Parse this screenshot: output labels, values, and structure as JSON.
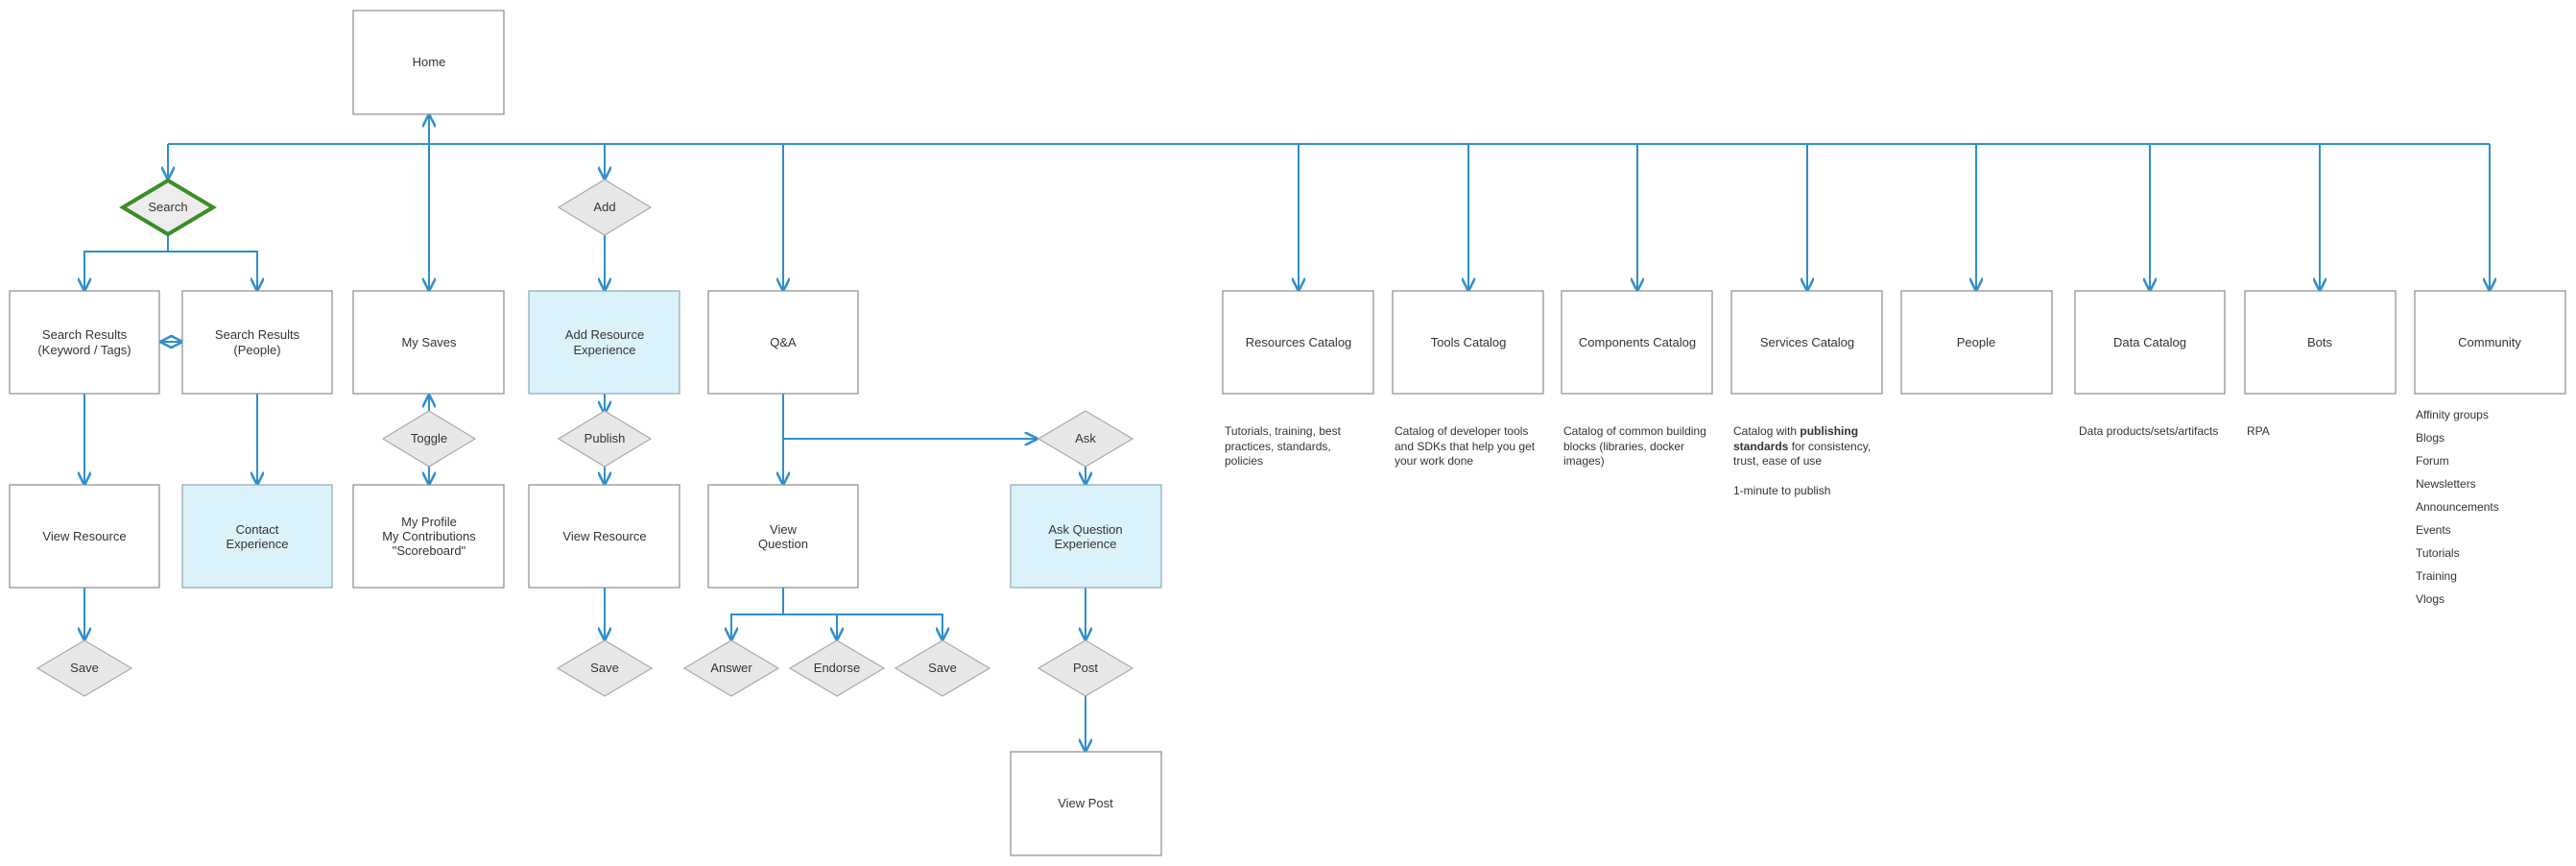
{
  "colors": {
    "connector": "#2f8fcb",
    "highlight": "#dcf2fb",
    "search_outline": "#3c8c2a",
    "decision_fill": "#e8e8e8"
  },
  "nodes": {
    "home": "Home",
    "search": "Search",
    "add": "Add",
    "search_results_keyword": [
      "Search Results",
      "(Keyword / Tags)"
    ],
    "search_results_people": [
      "Search Results",
      "(People)"
    ],
    "my_saves": "My Saves",
    "add_resource_experience": [
      "Add Resource",
      "Experience"
    ],
    "qa": "Q&A",
    "resources_catalog": "Resources Catalog",
    "tools_catalog": "Tools Catalog",
    "components_catalog": "Components Catalog",
    "services_catalog": "Services Catalog",
    "people": "People",
    "data_catalog": "Data Catalog",
    "bots": "Bots",
    "community": "Community",
    "toggle": "Toggle",
    "publish": "Publish",
    "ask": "Ask",
    "view_resource_left": "View Resource",
    "contact_experience": [
      "Contact",
      "Experience"
    ],
    "my_profile": [
      "My Profile",
      "My Contributions",
      "\"Scoreboard\""
    ],
    "view_resource_mid": "View Resource",
    "view_question": [
      "View",
      "Question"
    ],
    "ask_question_experience": [
      "Ask Question",
      "Experience"
    ],
    "save_left": "Save",
    "save_mid": "Save",
    "answer": "Answer",
    "endorse": "Endorse",
    "save_qa": "Save",
    "post": "Post",
    "view_post": "View Post"
  },
  "descriptions": {
    "resources": "Tutorials, training, best practices, standards, policies",
    "tools": "Catalog of developer tools and SDKs that help you get your work done",
    "components": "Catalog of common building blocks (libraries, docker images)",
    "services_pre": "Catalog with ",
    "services_bold": "publishing standards",
    "services_post": " for consistency, trust, ease of use",
    "services_note": "1-minute to publish",
    "data": "Data products/sets/artifacts",
    "bots": "RPA",
    "community": [
      "Affinity groups",
      "Blogs",
      "Forum",
      "Newsletters",
      "Announcements",
      "Events",
      "Tutorials",
      "Training",
      "Vlogs"
    ]
  }
}
